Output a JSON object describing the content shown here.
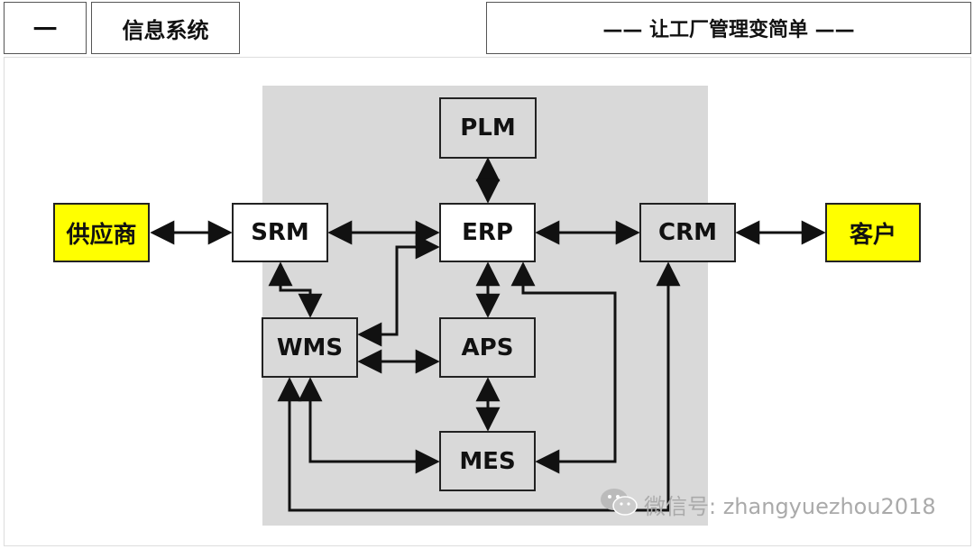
{
  "header": {
    "number": "一",
    "title": "信息系统",
    "slogan": "—— 让工厂管理变简单 ——"
  },
  "diagram": {
    "nodes": {
      "supplier": "供应商",
      "srm": "SRM",
      "plm": "PLM",
      "erp": "ERP",
      "crm": "CRM",
      "customer": "客户",
      "wms": "WMS",
      "aps": "APS",
      "mes": "MES"
    },
    "colors": {
      "highlight": "#ffff00",
      "panel": "#d9d9d9",
      "line": "#111111"
    }
  },
  "watermark": {
    "text": "微信号: zhangyuezhou2018",
    "icon": "wechat-icon"
  }
}
